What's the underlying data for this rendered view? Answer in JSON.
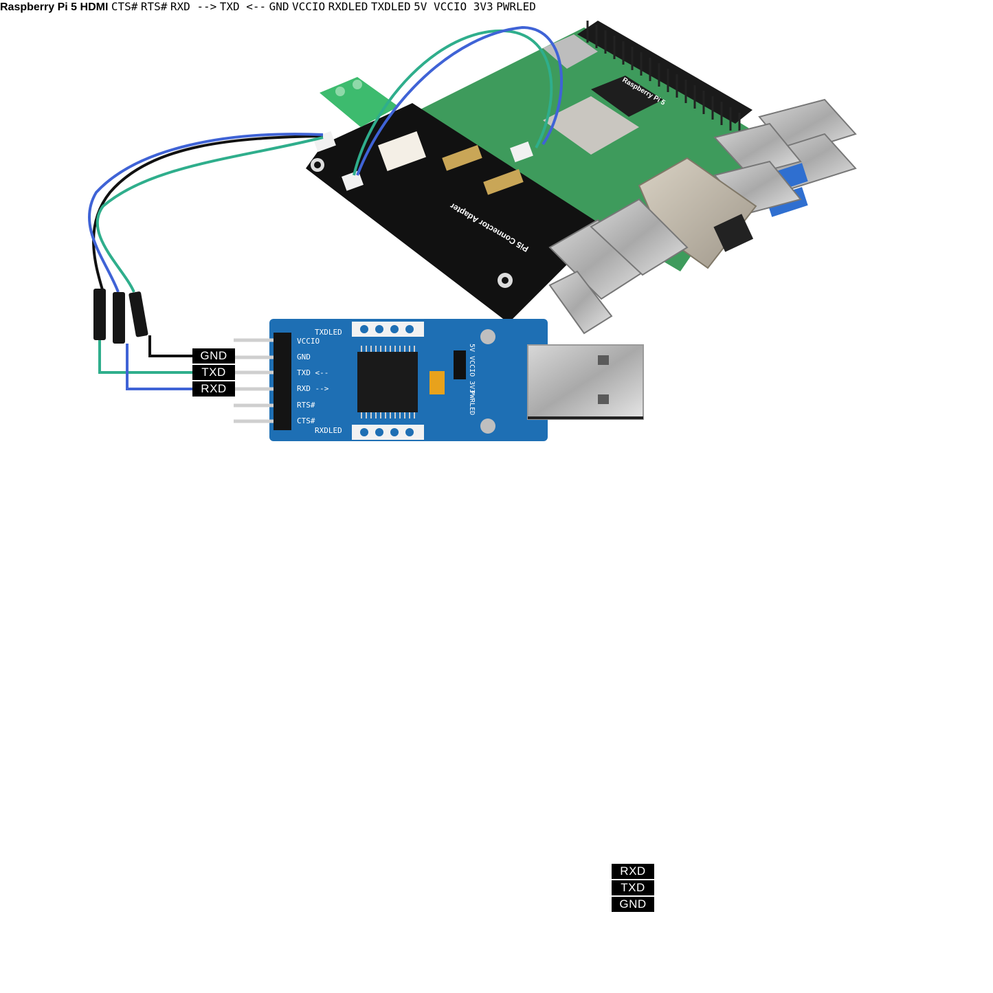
{
  "colors": {
    "wire_black": "#111111",
    "wire_green": "#2fae8c",
    "wire_blue": "#3f63d6",
    "ftdi_board": "#1e6fb4",
    "pi_board": "#3e9b5c",
    "adapter_board": "#111111"
  },
  "top": {
    "adapter_silk": "Pi5 Connector Adapter",
    "pi_silk": "Raspberry Pi 5",
    "ftdi": {
      "pins": [
        "VCCIO",
        "GND",
        "TXD <--",
        "RXD -->",
        "RTS#",
        "CTS#"
      ],
      "txled": "TXDLED",
      "rxled": "RXDLED",
      "jumper": "5V VCCIO 3V3",
      "pwrled": "PWRLED"
    },
    "labels": {
      "gnd": "GND",
      "txd": "TXD",
      "rxd": "RXD"
    }
  },
  "bottom": {
    "pi_silk": "Raspberry Pi 5",
    "hdmi_silk": "HDMI",
    "ftdi": {
      "pins": [
        "CTS#",
        "RTS#",
        "RXD -->",
        "TXD <--",
        "GND",
        "VCCIO"
      ],
      "txled": "TXDLED",
      "rxled": "RXDLED",
      "jumper": "5V VCCIO 3V3",
      "pwrled": "PWRLED"
    },
    "labels": {
      "rxd": "RXD",
      "txd": "TXD",
      "gnd": "GND"
    }
  }
}
